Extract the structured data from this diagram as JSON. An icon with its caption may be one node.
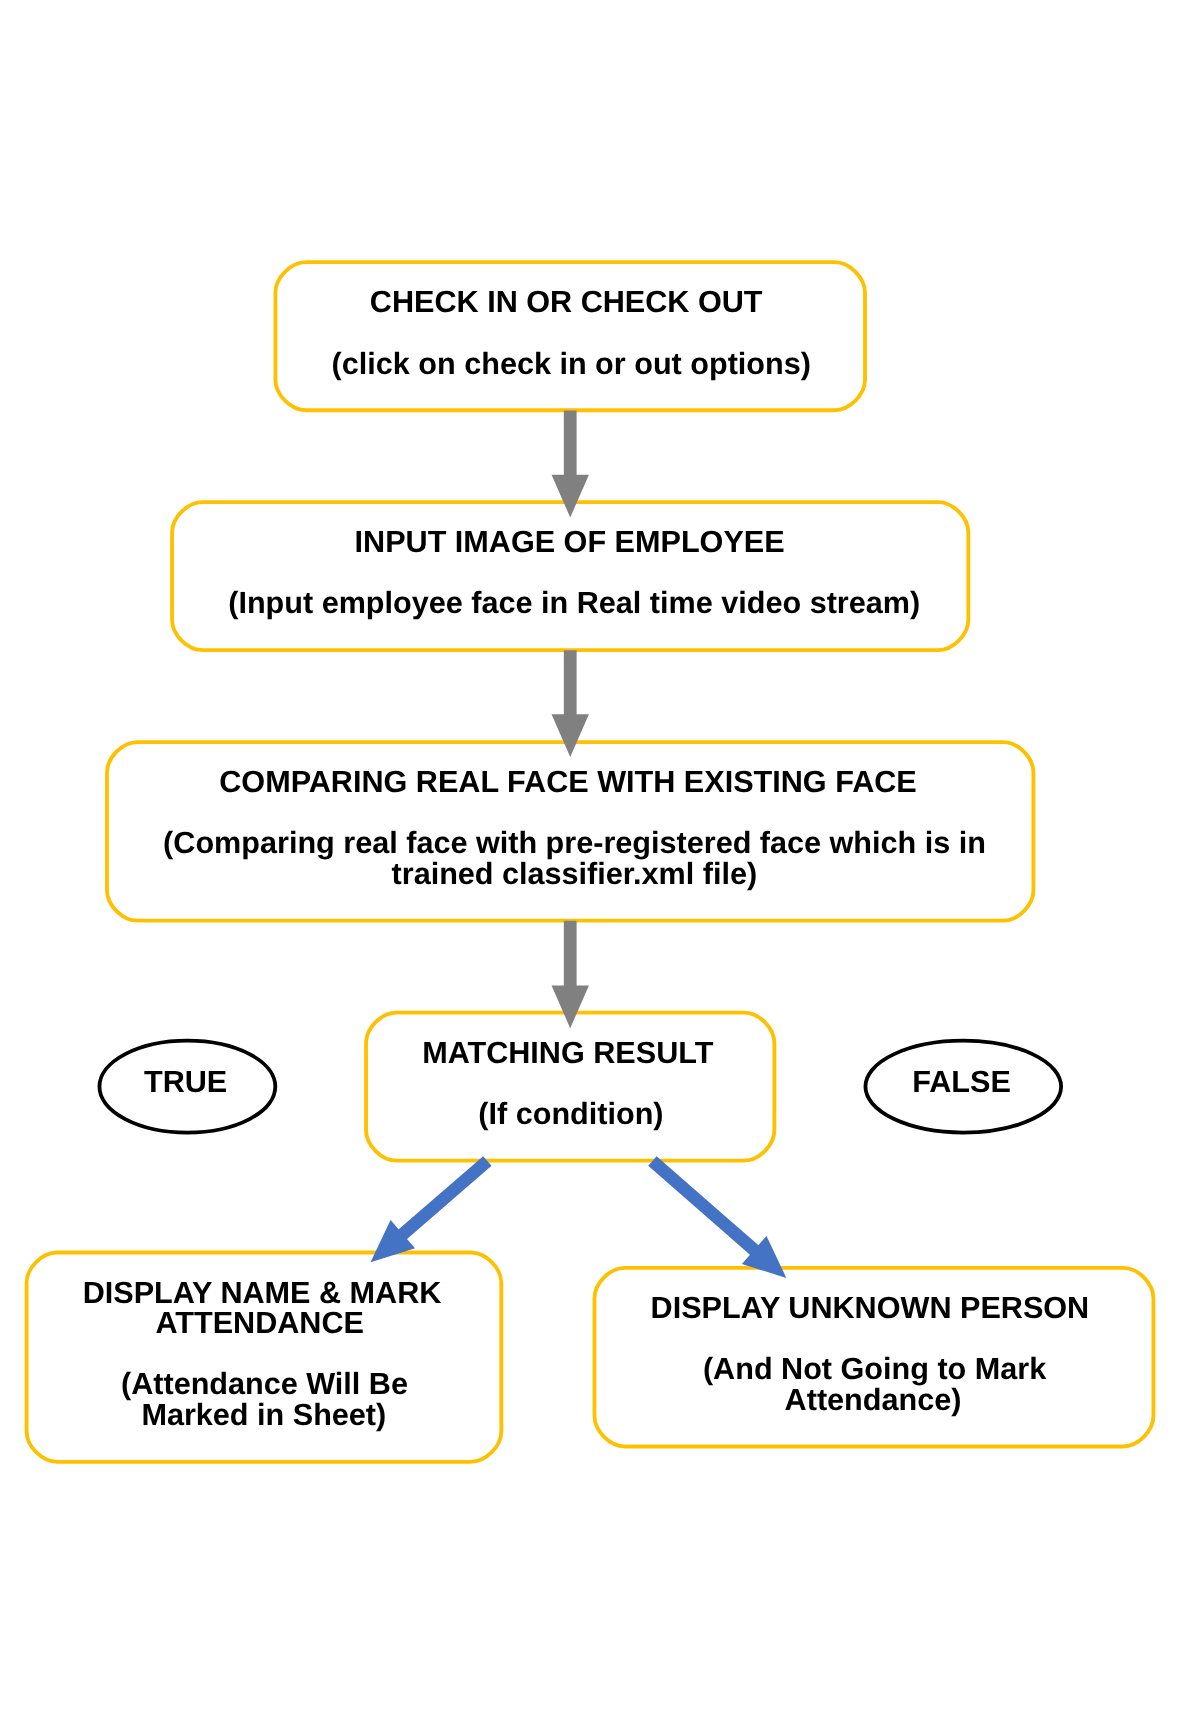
{
  "diagram": {
    "nodes": [
      {
        "text": [
          "CHECK IN OR CHECK OUT",
          "(click on check in or out options)"
        ]
      },
      {
        "text": [
          "INPUT IMAGE OF EMPLOYEE",
          "(Input employee face in Real time video stream)"
        ]
      },
      {
        "text": [
          "COMPARING REAL FACE WITH EXISTING FACE",
          "(Comparing real face with pre-registered face which is in trained classifier.xml file)"
        ]
      },
      {
        "text": [
          "TRUE"
        ]
      },
      {
        "text": [
          "MATCHING RESULT",
          "(If condition)"
        ]
      },
      {
        "text": [
          "FALSE"
        ]
      },
      {
        "text": [
          "DISPLAY NAME & MARK ATTENDANCE",
          "(Attendance Will Be Marked in Sheet)"
        ]
      },
      {
        "text": [
          "DISPLAY UNKNOWN PERSON",
          "(And Not Going to Mark Attendance)"
        ]
      }
    ],
    "edges": [
      {
        "from": 0,
        "to": 1,
        "arrow": "to"
      },
      {
        "from": 1,
        "to": 2,
        "arrow": "to"
      },
      {
        "from": 2,
        "to": 4,
        "arrow": "to"
      },
      {
        "from": 4,
        "to": 6,
        "arrow": "to",
        "color": "#4472c4"
      },
      {
        "from": 4,
        "to": 7,
        "arrow": "to",
        "color": "#4472c4"
      }
    ]
  }
}
